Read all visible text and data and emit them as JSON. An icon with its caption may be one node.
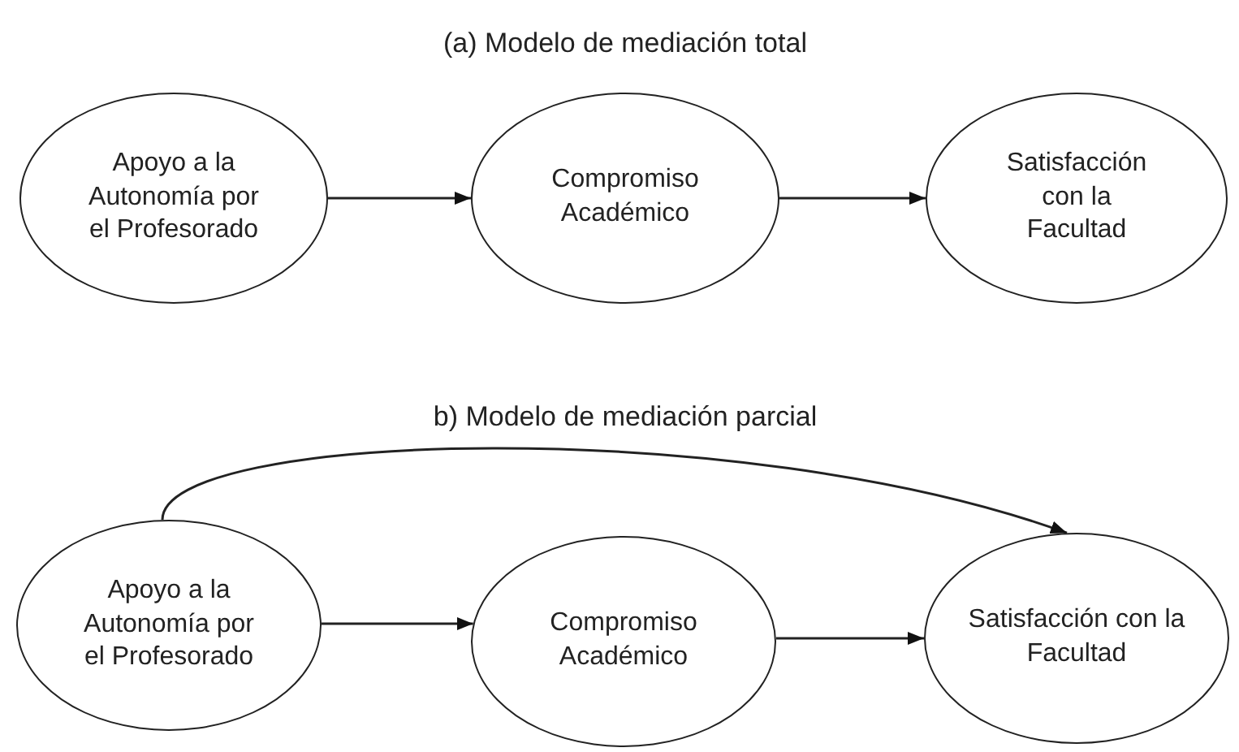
{
  "diagram": {
    "nodes": [
      {
        "text": [
          "Apoyo a la Autonomía por el Profesorado"
        ]
      },
      {
        "text": [
          "Compromiso Académico"
        ]
      },
      {
        "text": [
          "Satisfacción con la Facultad"
        ]
      },
      {
        "text": [
          "Apoyo a la Autonomía por el Profesorado"
        ]
      },
      {
        "text": [
          "Compromiso Académico"
        ]
      },
      {
        "text": [
          "Satisfacción con la Facultad"
        ]
      }
    ],
    "edges": [
      {
        "from": 0,
        "to": 1,
        "arrow": "to"
      },
      {
        "from": 1,
        "to": 2,
        "arrow": "to"
      },
      {
        "from": 3,
        "to": 4,
        "arrow": "to"
      },
      {
        "from": 4,
        "to": 5,
        "arrow": "to"
      },
      {
        "from": 3,
        "to": 5,
        "arrow": "to"
      }
    ],
    "labels": [
      "(a) Modelo de mediación total",
      "b) Modelo de mediación parcial"
    ]
  }
}
